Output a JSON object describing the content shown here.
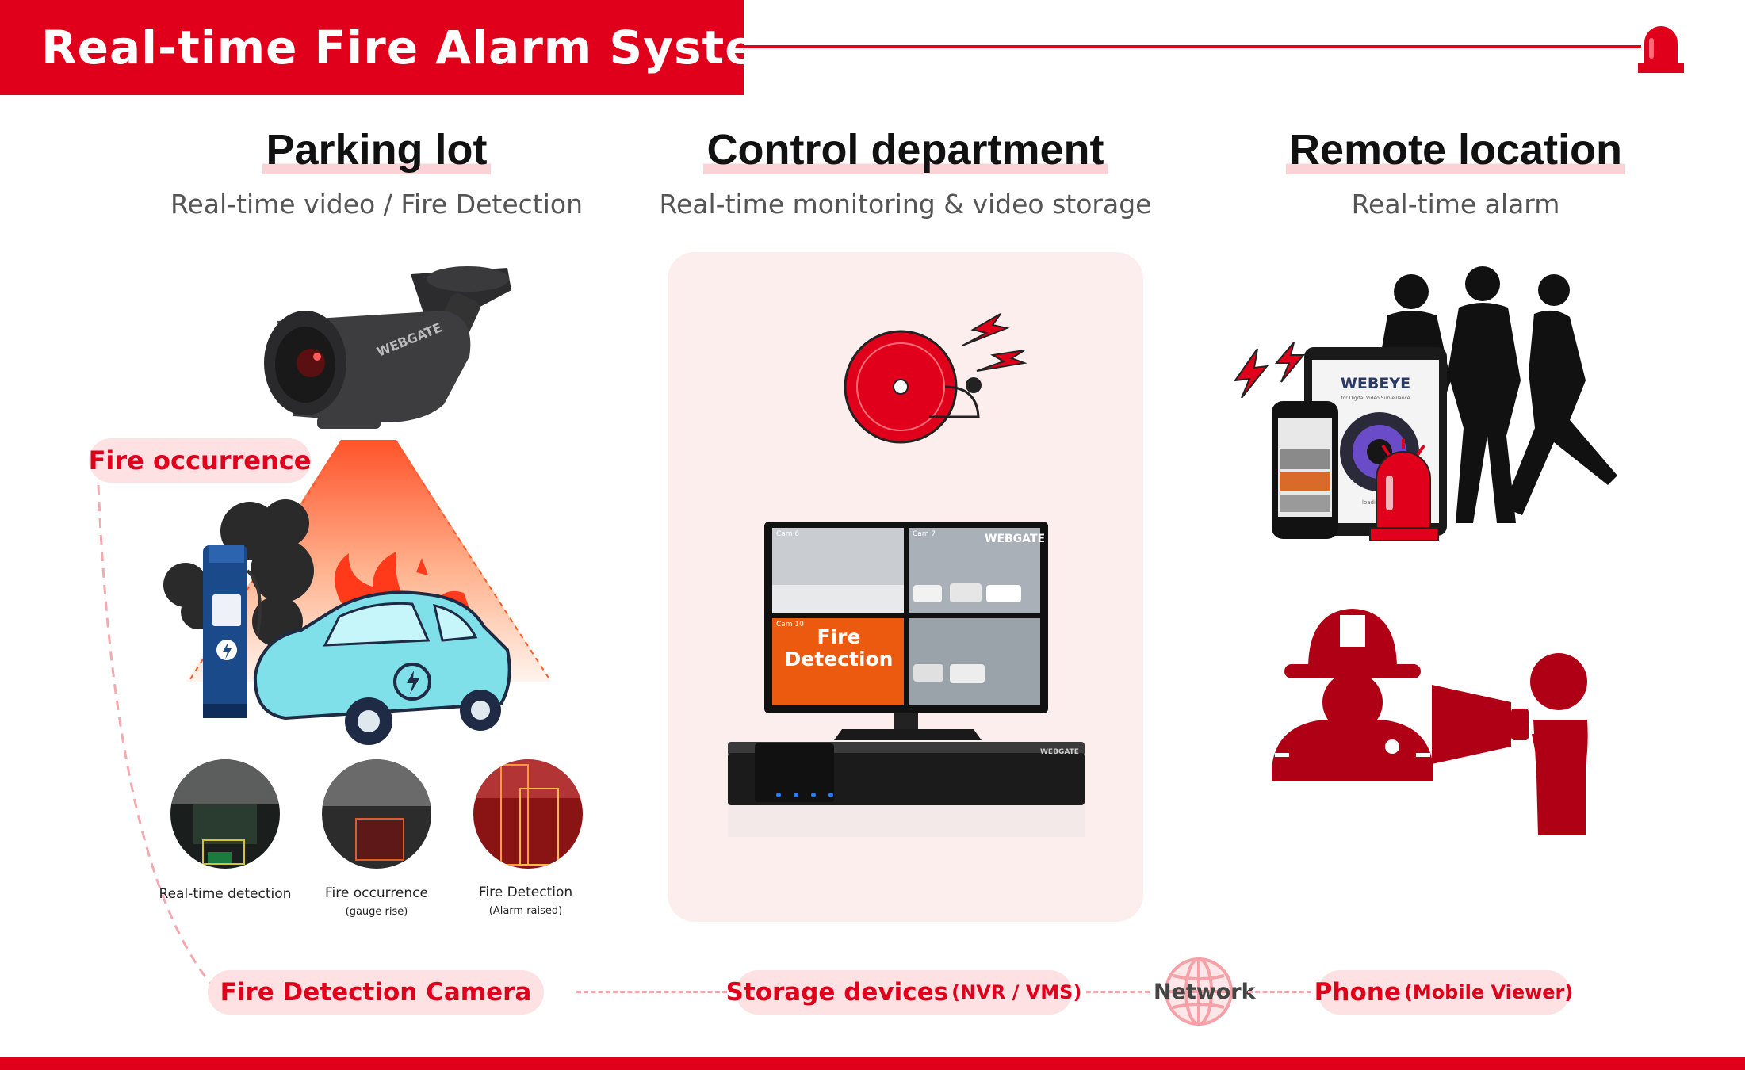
{
  "header": {
    "title": "Real-time Fire Alarm System"
  },
  "columns": [
    {
      "title": "Parking lot",
      "subtitle": "Real-time video / Fire Detection"
    },
    {
      "title": "Control department",
      "subtitle": "Real-time monitoring & video storage"
    },
    {
      "title": "Remote location",
      "subtitle": "Real-time alarm"
    }
  ],
  "parking": {
    "camera_brand": "WEBGATE",
    "fire_tag": "Fire occurrence",
    "stages": [
      {
        "label": "Real-time detection",
        "note": ""
      },
      {
        "label": "Fire occurrence",
        "note": "(gauge rise)"
      },
      {
        "label": "Fire Detection",
        "note": "(Alarm raised)"
      }
    ]
  },
  "control": {
    "monitor_brand": "WEBGATE",
    "nvr_brand": "WEBGATE",
    "cams": [
      "Cam 6",
      "Cam 7",
      "Cam 10"
    ],
    "overlay_line1": "Fire",
    "overlay_line2": "Detection"
  },
  "remote": {
    "app_name": "WEBEYE",
    "app_tagline": "for Digital Video Surveillance",
    "loading_text": "loading"
  },
  "flow": {
    "camera_label": "Fire Detection Camera",
    "storage_label": "Storage devices",
    "storage_note": "(NVR / VMS)",
    "network_label": "Network",
    "phone_label": "Phone",
    "phone_note": "(Mobile Viewer)"
  },
  "colors": {
    "brand_red": "#e0001b",
    "dark_red": "#b00016",
    "pill_bg": "#fde1e3",
    "panel_bg": "#fdeeee"
  }
}
